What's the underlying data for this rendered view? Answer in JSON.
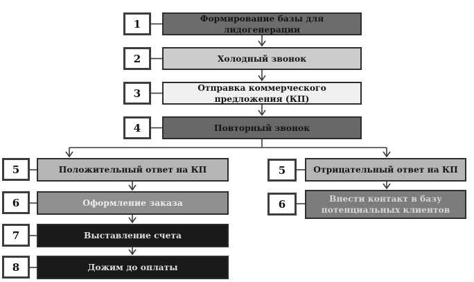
{
  "diagram": {
    "name": "sales-funnel-flowchart",
    "language": "ru",
    "line_color": "#3a3a3a",
    "background": "#ffffff",
    "nodes": [
      {
        "num": "1",
        "label": "Формирование базы для лидогенерации",
        "bg": "#6d6d6d",
        "fg": "#151515"
      },
      {
        "num": "2",
        "label": "Холодный звонок",
        "bg": "#cccccc",
        "fg": "#151515"
      },
      {
        "num": "3",
        "label": "Отправка коммерческого предложения (КП)",
        "bg": "#f1f0ee",
        "fg": "#151515"
      },
      {
        "num": "4",
        "label": "Повторный звонок",
        "bg": "#686868",
        "fg": "#151515"
      },
      {
        "num": "5",
        "label": "Положительный ответ на КП",
        "bg": "#b5b5b5",
        "fg": "#151515"
      },
      {
        "num": "6",
        "label": "Оформление заказа",
        "bg": "#8f8f8f",
        "fg": "#ededed"
      },
      {
        "num": "7",
        "label": "Выставление счета",
        "bg": "#1a1a1a",
        "fg": "#dedede"
      },
      {
        "num": "8",
        "label": "Дожим до оплаты",
        "bg": "#1a1a1a",
        "fg": "#dedede"
      },
      {
        "num": "5",
        "label": "Отрицательный ответ на КП",
        "bg": "#b5b5b5",
        "fg": "#151515"
      },
      {
        "num": "6",
        "label": "Внести контакт в базу потенциальных клиентов",
        "bg": "#7c7c7c",
        "fg": "#d6d6d6"
      }
    ]
  }
}
